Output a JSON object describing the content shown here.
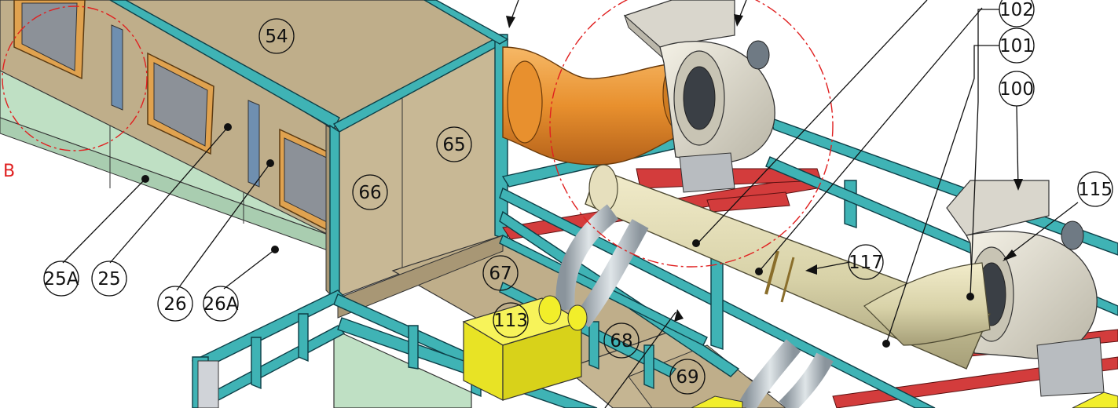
{
  "drawing": {
    "section_marker": "B",
    "callouts": {
      "c54": "54",
      "c65": "65",
      "c66": "66",
      "c67": "67",
      "c68": "68",
      "c69": "69",
      "c25": "25",
      "c25a": "25A",
      "c26": "26",
      "c26a": "26A",
      "c100": "100",
      "c101": "101",
      "c102": "102",
      "c113": "113",
      "c115": "115",
      "c117": "117"
    }
  },
  "colors": {
    "frame": "#3fb3b5",
    "panel": "#bfae8a",
    "green_panel": "#bfe0c4",
    "orange_duct": "#e8902e",
    "pipe": "#d8d2a8",
    "yellow_box": "#f2ee2a",
    "red_rail": "#d33c3c",
    "detail_circle": "#e02020"
  }
}
